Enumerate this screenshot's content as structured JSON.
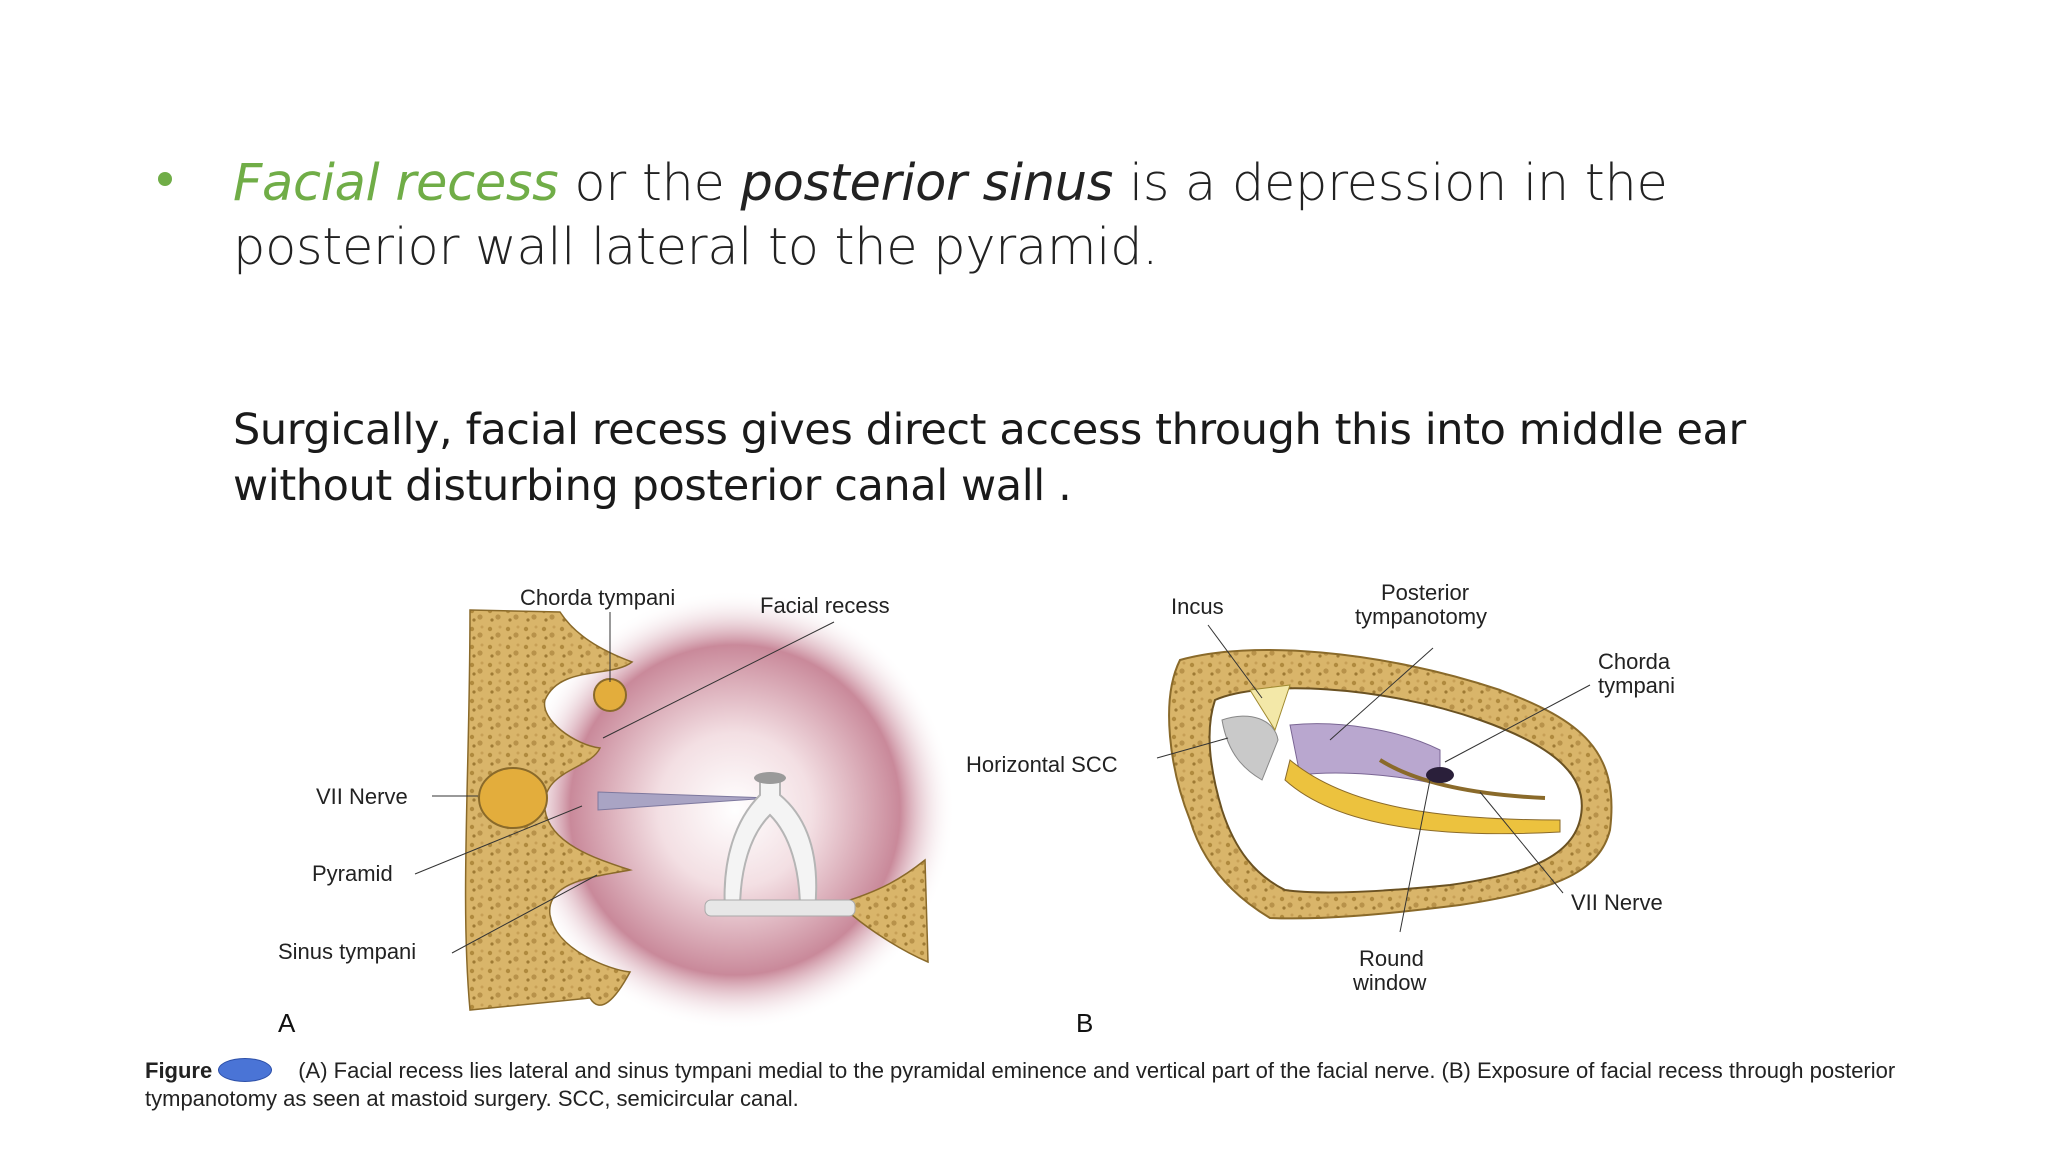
{
  "bullet": {
    "term1": "Facial recess",
    "text1": " or the ",
    "term2": "posterior sinus",
    "text2": " is a depression in the posterior wall lateral to the pyramid."
  },
  "paragraph": "Surgically, facial recess gives direct access  through this into middle ear without disturbing posterior canal wall .",
  "figure": {
    "panel_a": {
      "letter": "A",
      "labels": {
        "chorda_tympani": "Chorda tympani",
        "facial_recess": "Facial recess",
        "vii_nerve": "VII Nerve",
        "pyramid": "Pyramid",
        "sinus_tympani": "Sinus tympani"
      }
    },
    "panel_b": {
      "letter": "B",
      "labels": {
        "incus": "Incus",
        "posterior_tympanotomy_1": "Posterior",
        "posterior_tympanotomy_2": "tympanotomy",
        "chorda_tympani_1": "Chorda",
        "chorda_tympani_2": "tympani",
        "horizontal_scc": "Horizontal SCC",
        "vii_nerve": "VII Nerve",
        "round_window_1": "Round",
        "round_window_2": "window"
      }
    },
    "caption": {
      "prefix": "Figure",
      "text": "(A) Facial recess lies lateral and sinus tympani medial to the pyramidal eminence and vertical part of the facial nerve. (B) Exposure of facial recess through posterior tympanotomy as seen at mastoid surgery. SCC, semicircular canal."
    }
  },
  "colors": {
    "accent_green": "#70ad47",
    "bone": "#d9b56a",
    "mucosa": "#a8576a",
    "nerve": "#e2b03a",
    "figure_badge": "#4a74d6"
  }
}
